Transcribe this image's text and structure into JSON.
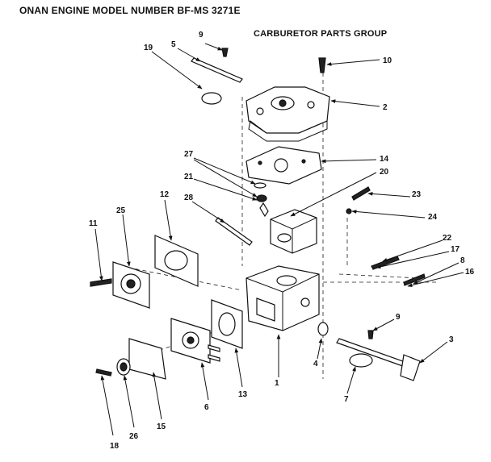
{
  "header": {
    "title": "ONAN ENGINE MODEL NUMBER BF-MS 3271E",
    "subtitle": "CARBURETOR PARTS GROUP"
  },
  "callouts": [
    "1",
    "2",
    "3",
    "4",
    "5",
    "6",
    "7",
    "8",
    "9",
    "9",
    "10",
    "11",
    "12",
    "13",
    "14",
    "15",
    "16",
    "17",
    "18",
    "19",
    "20",
    "21",
    "22",
    "23",
    "24",
    "25",
    "26",
    "27",
    "28"
  ]
}
